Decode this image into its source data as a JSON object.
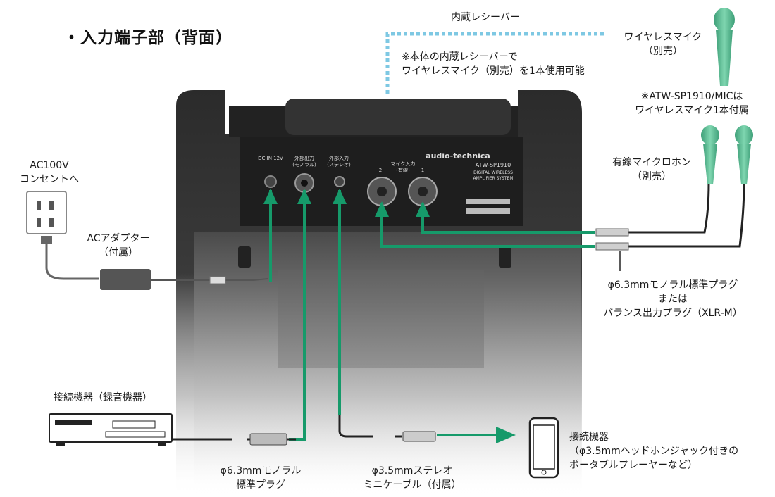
{
  "title": "・入力端子部（背面）",
  "receiver": {
    "label": "内蔵レシーバー",
    "note": [
      "※本体の内蔵レシーバーで",
      "ワイヤレスマイク（別売）を1本使用可能"
    ]
  },
  "wireless_mic": {
    "label": [
      "ワイヤレスマイク",
      "（別売）"
    ],
    "note": [
      "※ATW-SP1910/MICは",
      "ワイヤレスマイク1本付属"
    ]
  },
  "wired_mic": {
    "label": [
      "有線マイクロホン",
      "（別売）"
    ]
  },
  "plug_6_3_right": {
    "label": [
      "φ6.3mmモノラル標準プラグ",
      "または",
      "バランス出力プラグ（XLR-M）"
    ]
  },
  "ac_outlet": {
    "label": [
      "AC100V",
      "コンセントへ"
    ]
  },
  "ac_adapter": {
    "label": [
      "ACアダプター",
      "（付属）"
    ]
  },
  "recorder": {
    "label": "接続機器（録音機器）"
  },
  "plug_6_3_bottom": {
    "label": [
      "φ6.3mmモノラル",
      "標準プラグ"
    ]
  },
  "mini_cable": {
    "label": [
      "φ3.5mmステレオ",
      "ミニケーブル（付属）"
    ]
  },
  "player": {
    "label": [
      "接続機器",
      "（φ3.5mmヘッドホンジャック付きの",
      "ポータブルプレーヤーなど）"
    ]
  },
  "panel": {
    "brand": "audio-technica",
    "model": "ATW-SP1910",
    "subtitle": [
      "DIGITAL WIRELESS",
      "AMPLIFIER SYSTEM"
    ],
    "dc_in": "DC IN 12V",
    "ext_out": [
      "外部出力",
      "(モノラル)"
    ],
    "ext_in": [
      "外部入力",
      "(ステレオ)"
    ],
    "mic_in": [
      "マイク入力",
      "(有線)"
    ],
    "mic_2": "2",
    "mic_1": "1"
  },
  "colors": {
    "cable_green": "#169a6a",
    "receiver_dotted": "#7ec8e3",
    "mic_green": "#5fbf96"
  }
}
